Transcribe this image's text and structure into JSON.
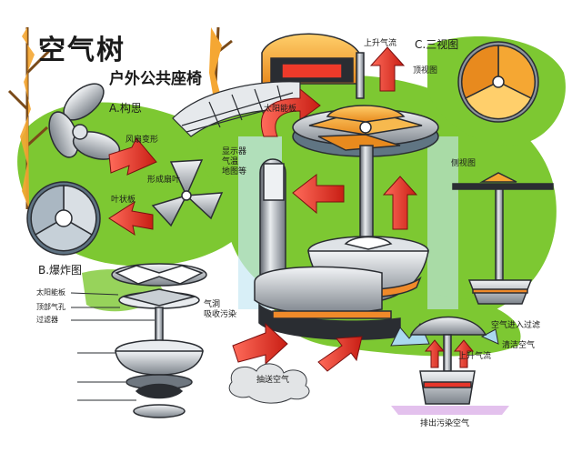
{
  "title": {
    "main": "空气树",
    "sub": "户外公共座椅"
  },
  "sections": {
    "a": "A.构思",
    "b": "B.爆炸图",
    "c": "C.三视图"
  },
  "views": {
    "top": "顶视图",
    "side": "侧视图"
  },
  "notes": {
    "wind_deform": "风扇变形",
    "fan_shape": "形成扇叶",
    "leaf": "叶状板",
    "sensors": "显示器\n气温\n地图等",
    "solar_panel": "太阳能板",
    "rising_air_top": "上升气流",
    "vent": "气洞\n吸收污染",
    "dirty_air": "抽送空气",
    "air_intake": "空气进入过滤",
    "clean_air": "清洁空气",
    "rising_air_small": "上升气流",
    "pollutant": "排出污染空气"
  },
  "exploded_labels": [
    "太阳能板",
    "顶部气孔",
    "过滤器"
  ],
  "colors": {
    "green": "#7dc832",
    "orange": "#f5a733",
    "red": "#e8362a",
    "gray": "#8d949c",
    "dark": "#2a2d32"
  }
}
